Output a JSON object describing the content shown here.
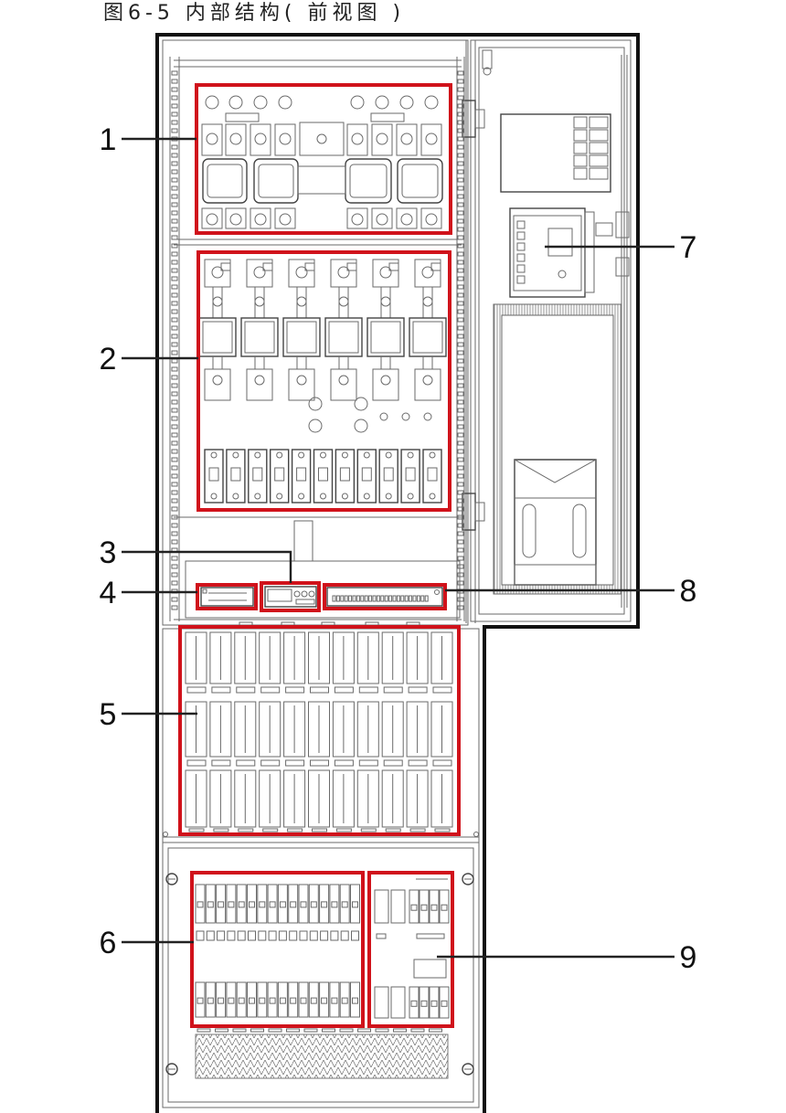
{
  "figure": {
    "title": "图6-5 内部结构( 前视图 )",
    "highlight_color": "#d0121b"
  },
  "callouts": {
    "c1": "1",
    "c2": "2",
    "c3": "3",
    "c4": "4",
    "c5": "5",
    "c6": "6",
    "c7": "7",
    "c8": "8",
    "c9": "9"
  }
}
